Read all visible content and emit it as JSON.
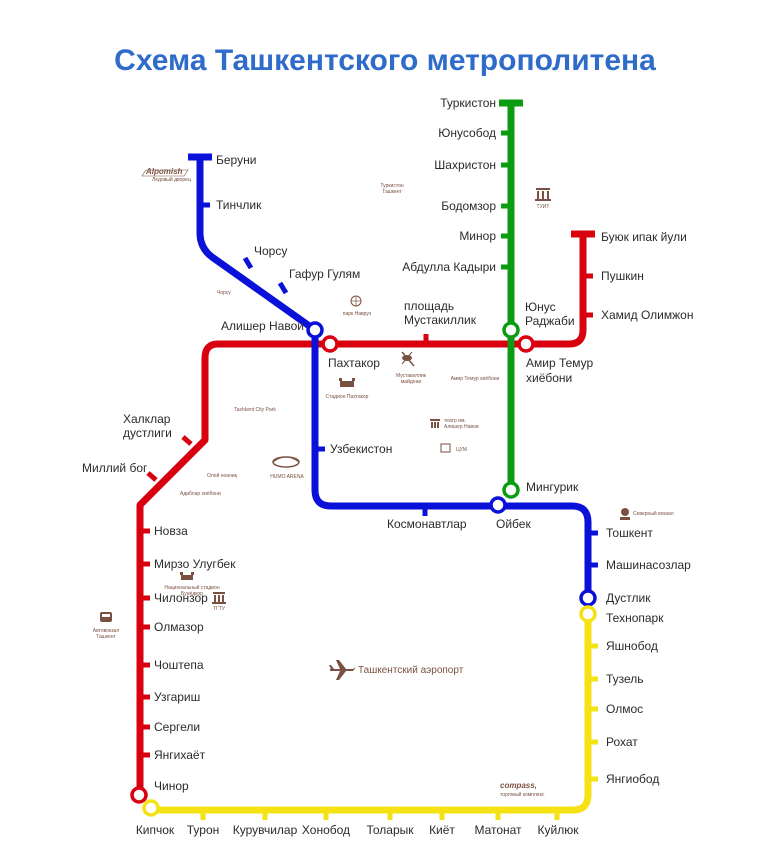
{
  "title": "Схема Ташкентского метрополитена",
  "colors": {
    "blue_line": "#0a11d8",
    "green_line": "#0c9c12",
    "red_line": "#d9000f",
    "yellow_line": "#f4e214",
    "landmark": "#7a5040"
  },
  "lines": {
    "blue": {
      "stations": {
        "beruni": "Беруни",
        "tinchlik": "Тинчлик",
        "chorsu": "Чорсу",
        "gafur_gulyam": "Гафур Гулям",
        "alisher_navoi": "Алишер Навои",
        "uzbekistan": "Узбекистон",
        "kosmonavtlar": "Космонавтлар",
        "oybek": "Ойбек",
        "toshkent": "Тошкент",
        "mashinasozlar": "Машинасозлар",
        "dustlik": "Дустлик"
      }
    },
    "green": {
      "stations": {
        "turkiston": "Туркистон",
        "yunusobod": "Юнусобод",
        "shakhriston": "Шахристон",
        "bodomzor": "Бодомзор",
        "minor": "Минор",
        "abdulla_kadyri": "Абдулла Кадыри",
        "yunus_rajabi_1": "Юнус",
        "yunus_rajabi_2": "Раджаби",
        "mingurik": "Мингурик"
      }
    },
    "red": {
      "stations": {
        "buyuk_ipak_yuli": "Буюк ипак йули",
        "pushkin": "Пушкин",
        "khamid_olimjon": "Хамид Олимжон",
        "amir_temur_1": "Амир Темур",
        "amir_temur_2": "хиёбони",
        "mustakillik_1": "площадь",
        "mustakillik_2": "Мустакиллик",
        "pakhtakor": "Пахтакор",
        "khalklar_1": "Халклар",
        "khalklar_2": "дустлиги",
        "milliy_bog": "Миллий бог",
        "novza": "Новза",
        "mirzo_ulugbek": "Мирзо Улугбек",
        "chilonzor": "Чилонзор",
        "olmazor": "Олмазор",
        "choshtepa": "Чоштепа",
        "uzgarish": "Узгариш",
        "sergeli": "Сергели",
        "yangikhayot": "Янгихаёт",
        "chinor": "Чинор"
      }
    },
    "yellow": {
      "stations": {
        "tekhnopark": "Технопарк",
        "yashnobod": "Яшнобод",
        "tuzel": "Тузель",
        "olmos": "Олмос",
        "rokhat": "Рохат",
        "yangiobod": "Янгиобод",
        "kuyluk": "Куйлюк",
        "matonat": "Матонат",
        "kiyot": "Киёт",
        "tolarik": "Толарык",
        "khonobod": "Хонобод",
        "kuruvchilar": "Курувчилар",
        "turon": "Турон",
        "kipchok": "Кипчок"
      }
    }
  },
  "landmarks": {
    "alpomish": "Alpomish",
    "alpomish_sub": "Ледовый дворец",
    "turkiston_palace_1": "Туркистон",
    "turkiston_palace_2": "Ташкент",
    "tuit": "ТУИТ",
    "chorsu_area": "Чорсу",
    "park_navruz": "парк Навруз",
    "mustakillik_square_1": "Мустакиллик",
    "mustakillik_square_2": "майдони",
    "amir_temur_square": "Амир Темур хиёбони",
    "pakhtakor_stadium": "Стадион Пахтакор",
    "tashkent_city_park": "Tashkent City Park",
    "navoi_theatre_1": "театр им.",
    "navoi_theatre_2": "Алишер Навои",
    "tsum": "ЦУМ",
    "humo_arena": "HUMO ARENA",
    "opera_1": "Олой ноаниқ",
    "adib_park": "Адиблар хиёбони",
    "stadium_bunyodkor_1": "Национальный стадион",
    "stadium_bunyodkor_2": "Бунёдкор",
    "tgtu": "ТГТУ",
    "bus_station_1": "Автовокзал",
    "bus_station_2": "Ташкент",
    "northern_station": "Северный вокзал",
    "airport": "Ташкентский аэропорт",
    "compass": "compass,",
    "compass_sub": "торговый комплекс"
  }
}
